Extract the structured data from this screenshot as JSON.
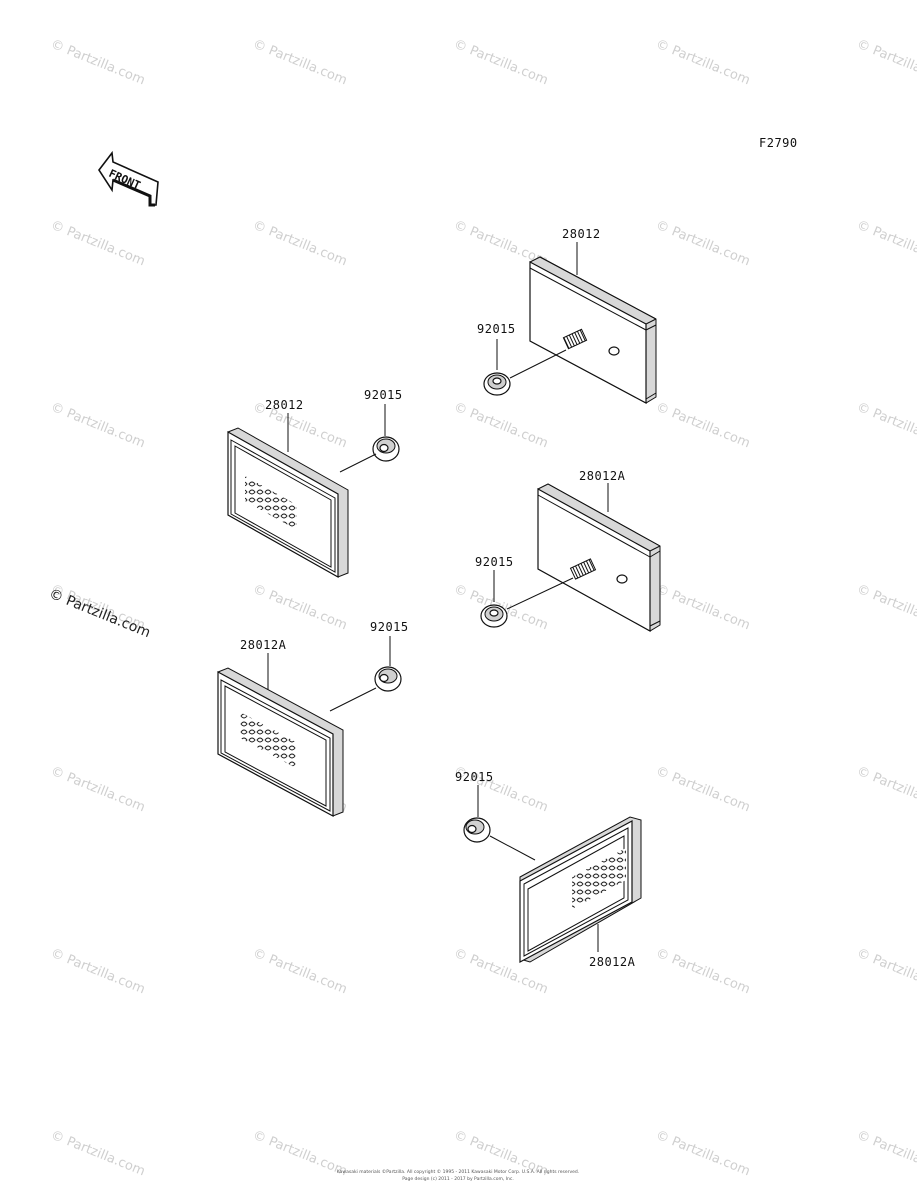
{
  "figure_code": "F2790",
  "front_label": "FRONT",
  "watermark": "© Partzilla.com",
  "side_watermark": "© Partzilla.com",
  "footer": {
    "line1": "Kawasaki materials ©Partzilla. All copyright © 1995 - 2011 Kawasaki Motor Corp. U.S.A. All rights reserved.",
    "line2": "Page design (c) 2011 - 2017 by Partzilla.com, Inc."
  },
  "callouts": {
    "reflector_top_right": "28012",
    "nut_top_right": "92015",
    "reflector_left_upper": "28012",
    "nut_left_upper": "92015",
    "reflector_mid_right": "28012A",
    "nut_mid_right": "92015",
    "reflector_left_lower": "28012A",
    "nut_left_lower": "92015",
    "nut_bottom": "92015",
    "reflector_bottom": "28012A"
  }
}
